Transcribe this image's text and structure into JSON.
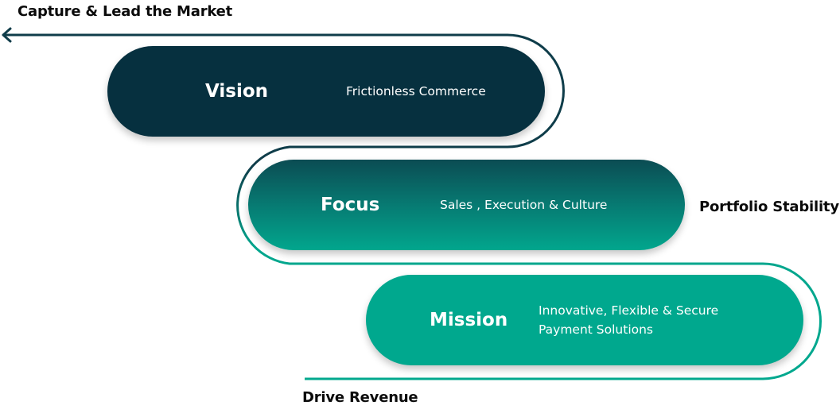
{
  "labels": {
    "top": "Capture & Lead the Market",
    "right": "Portfolio Stability",
    "bottom": "Drive Revenue"
  },
  "stages": {
    "vision": {
      "title": "Vision",
      "description": [
        "Frictionless Commerce"
      ]
    },
    "focus": {
      "title": "Focus",
      "description": [
        "Sales , Execution & Culture"
      ]
    },
    "mission": {
      "title": "Mission",
      "description": [
        "Innovative, Flexible & Secure",
        "Payment Solutions"
      ]
    }
  },
  "colors": {
    "vision": "#06303f",
    "focus_top": "#0b4c53",
    "focus_bottom": "#02a68d",
    "mission": "#00a88e",
    "path_teal": "#00a88e",
    "path_dark": "#0f3d4a"
  },
  "icons": {
    "arrow": "arrow-left-icon"
  }
}
